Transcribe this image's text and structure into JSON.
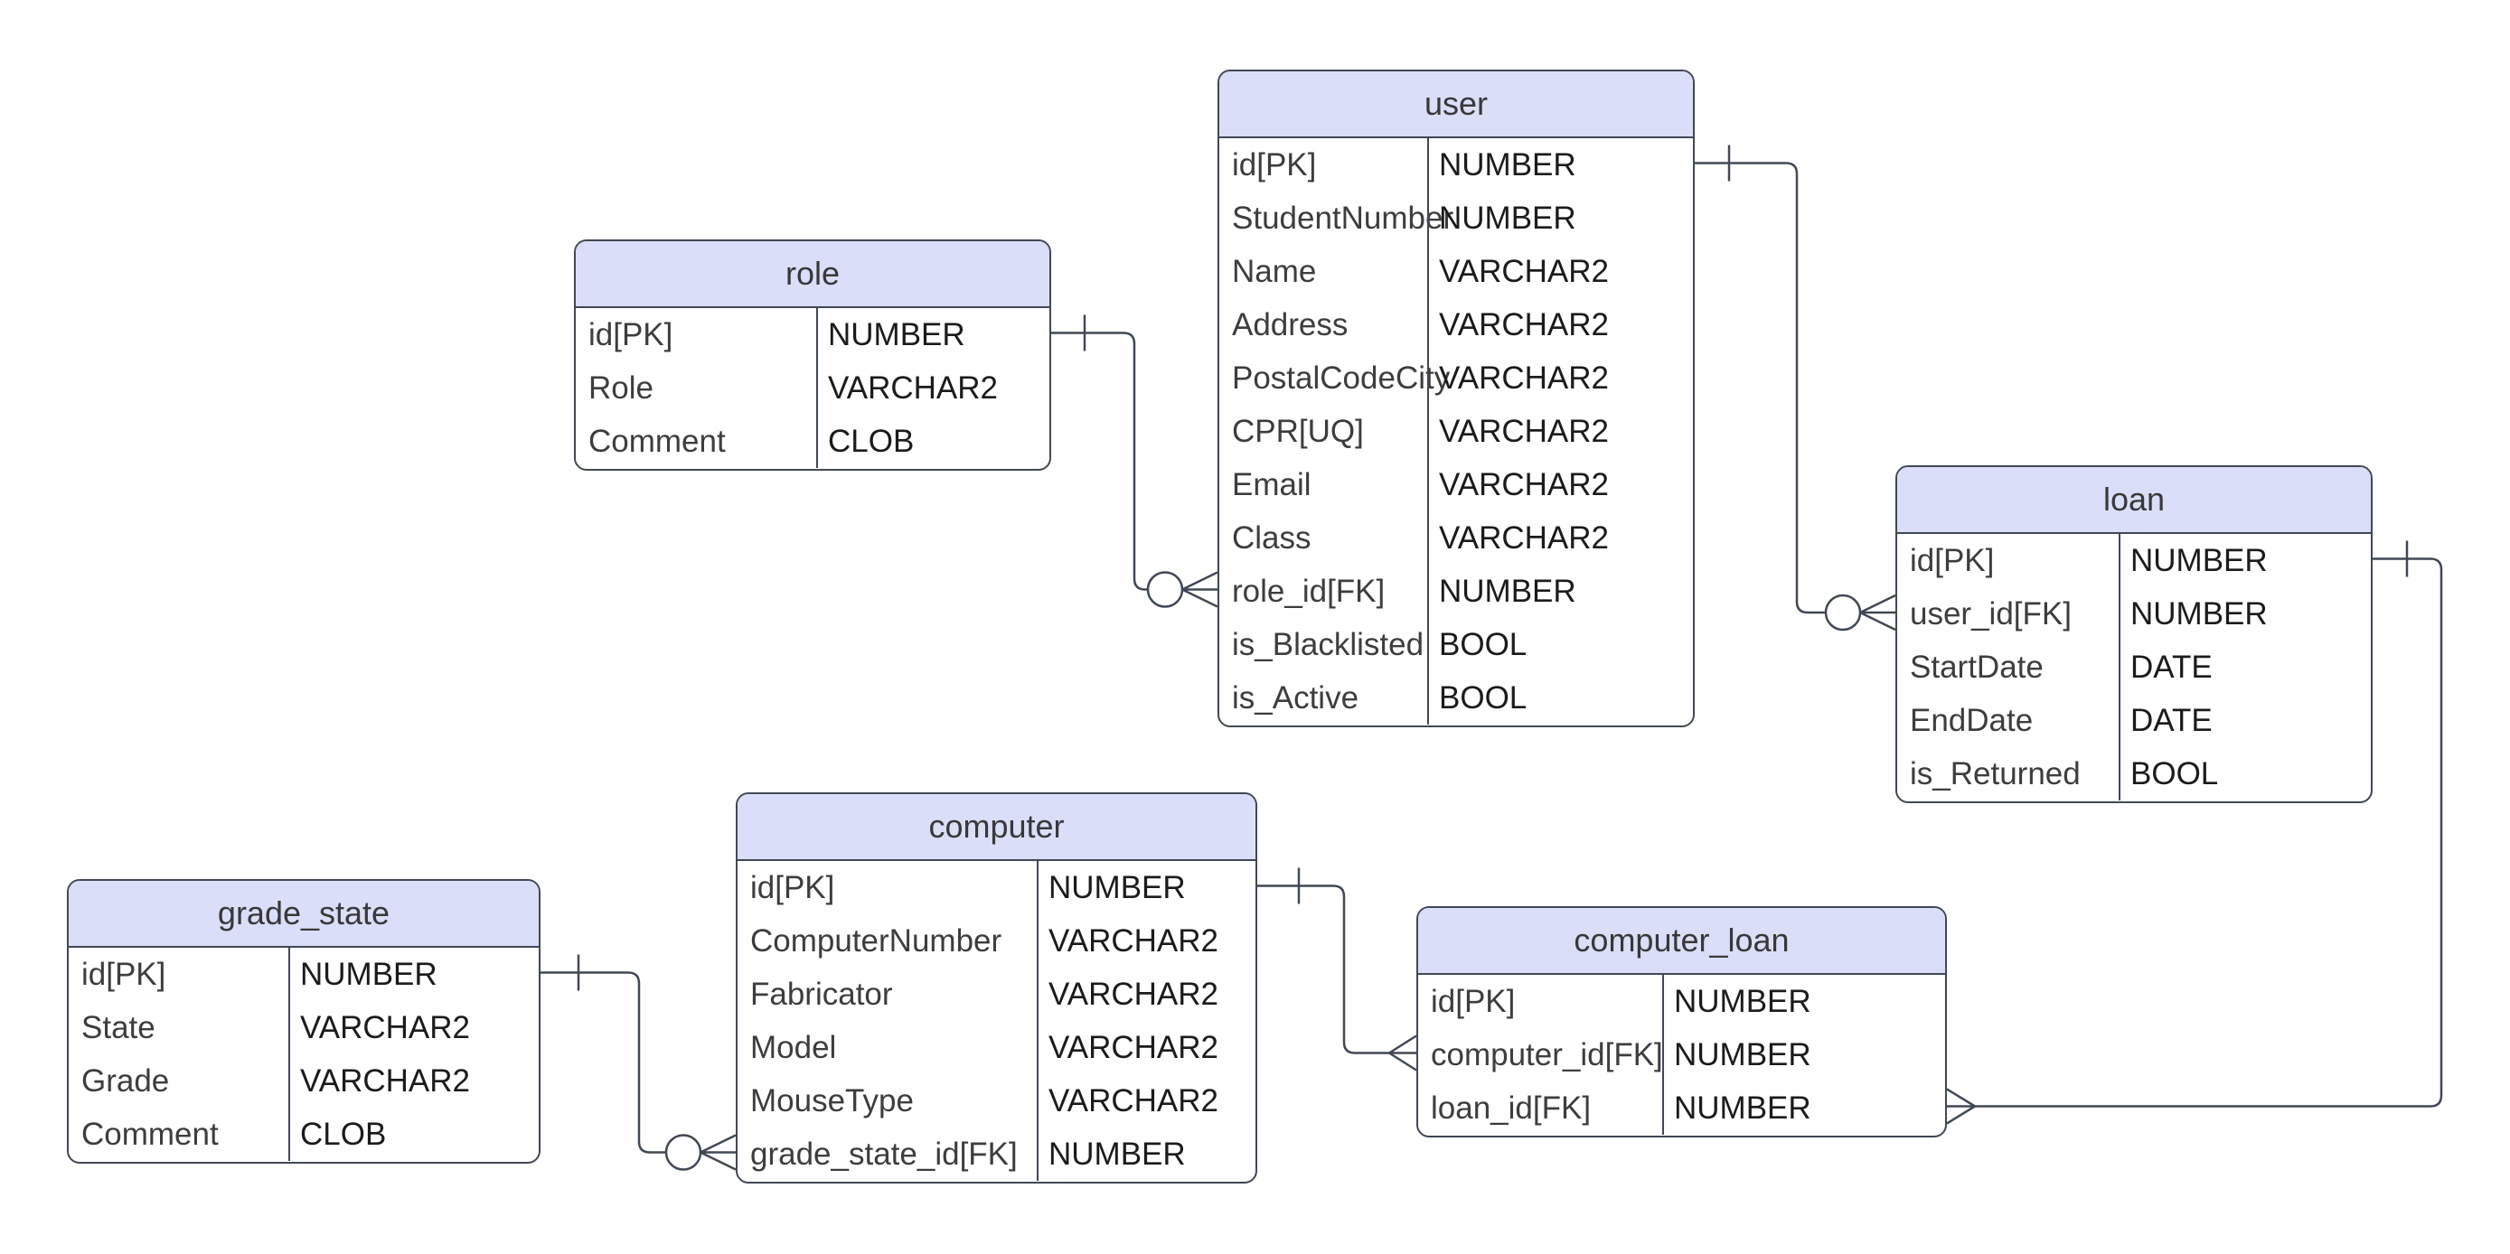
{
  "diagram": {
    "title": "computer loan database ER diagram",
    "colors": {
      "background": "#ffffff",
      "table_header_fill": "#dbdef8",
      "line_and_border": "#414855",
      "field_text": "#3d3d3d",
      "type_text": "#1b1b1b"
    },
    "tables": [
      {
        "name": "user",
        "columns": [
          {
            "field": "id[PK]",
            "type": "NUMBER"
          },
          {
            "field": "StudentNumber",
            "type": "NUMBER"
          },
          {
            "field": "Name",
            "type": "VARCHAR2"
          },
          {
            "field": "Address",
            "type": "VARCHAR2"
          },
          {
            "field": "PostalCodeCity",
            "type": "VARCHAR2"
          },
          {
            "field": "CPR[UQ]",
            "type": "VARCHAR2"
          },
          {
            "field": "Email",
            "type": "VARCHAR2"
          },
          {
            "field": "Class",
            "type": "VARCHAR2"
          },
          {
            "field": "role_id[FK]",
            "type": "NUMBER"
          },
          {
            "field": "is_Blacklisted",
            "type": "BOOL"
          },
          {
            "field": "is_Active",
            "type": "BOOL"
          }
        ]
      },
      {
        "name": "role",
        "columns": [
          {
            "field": "id[PK]",
            "type": "NUMBER"
          },
          {
            "field": "Role",
            "type": "VARCHAR2"
          },
          {
            "field": "Comment",
            "type": "CLOB"
          }
        ]
      },
      {
        "name": "loan",
        "columns": [
          {
            "field": "id[PK]",
            "type": "NUMBER"
          },
          {
            "field": "user_id[FK]",
            "type": "NUMBER"
          },
          {
            "field": "StartDate",
            "type": "DATE"
          },
          {
            "field": "EndDate",
            "type": "DATE"
          },
          {
            "field": "is_Returned",
            "type": "BOOL"
          }
        ]
      },
      {
        "name": "computer",
        "columns": [
          {
            "field": "id[PK]",
            "type": "NUMBER"
          },
          {
            "field": "ComputerNumber",
            "type": "VARCHAR2"
          },
          {
            "field": "Fabricator",
            "type": "VARCHAR2"
          },
          {
            "field": "Model",
            "type": "VARCHAR2"
          },
          {
            "field": "MouseType",
            "type": "VARCHAR2"
          },
          {
            "field": "grade_state_id[FK]",
            "type": "NUMBER"
          }
        ]
      },
      {
        "name": "grade_state",
        "columns": [
          {
            "field": "id[PK]",
            "type": "NUMBER"
          },
          {
            "field": "State",
            "type": "VARCHAR2"
          },
          {
            "field": "Grade",
            "type": "VARCHAR2"
          },
          {
            "field": "Comment",
            "type": "CLOB"
          }
        ]
      },
      {
        "name": "computer_loan",
        "columns": [
          {
            "field": "id[PK]",
            "type": "NUMBER"
          },
          {
            "field": "computer_id[FK]",
            "type": "NUMBER"
          },
          {
            "field": "loan_id[FK]",
            "type": "NUMBER"
          }
        ]
      }
    ],
    "relationships": [
      {
        "from": "role.id[PK]",
        "to": "user.role_id[FK]",
        "from_marker": "one",
        "to_marker": "zero-or-many"
      },
      {
        "from": "user.id[PK]",
        "to": "loan.user_id[FK]",
        "from_marker": "one",
        "to_marker": "zero-or-many"
      },
      {
        "from": "grade_state.id[PK]",
        "to": "computer.grade_state_id[FK]",
        "from_marker": "one",
        "to_marker": "zero-or-many"
      },
      {
        "from": "computer.id[PK]",
        "to": "computer_loan.computer_id[FK]",
        "from_marker": "one",
        "to_marker": "many"
      },
      {
        "from": "loan.id[PK]",
        "to": "computer_loan.loan_id[FK]",
        "from_marker": "one",
        "to_marker": "many"
      }
    ]
  }
}
